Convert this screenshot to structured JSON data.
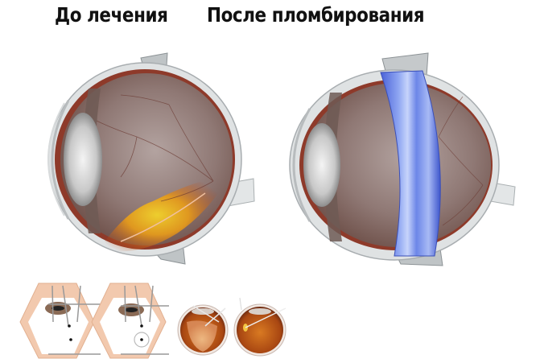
{
  "titles": {
    "before": "До лечения",
    "after": "После пломбирования"
  },
  "panels": [
    {
      "id": "before",
      "label": "До лечения",
      "depiction": "eye-cross-section-retinal-detachment"
    },
    {
      "id": "after",
      "label": "После пломбирования",
      "depiction": "eye-cross-section-scleral-buckle"
    }
  ],
  "thumbnails": [
    {
      "id": "thumb-1",
      "depiction": "surgical-instruments-hexagon-view"
    },
    {
      "id": "thumb-2",
      "depiction": "surgical-instruments-hexagon-view-with-bubble"
    },
    {
      "id": "thumb-3",
      "depiction": "fundus-detached-retina-with-probe"
    },
    {
      "id": "thumb-4",
      "depiction": "fundus-with-laser-probe"
    }
  ],
  "colors": {
    "sclera": "#d9dcdc",
    "choroid": "#8e3a2a",
    "retina": "#8a6e68",
    "lesion": "#e7b11e",
    "buckle": "#6e86e6",
    "skin": "#f2c9ae",
    "fundus": "#b3541a"
  }
}
